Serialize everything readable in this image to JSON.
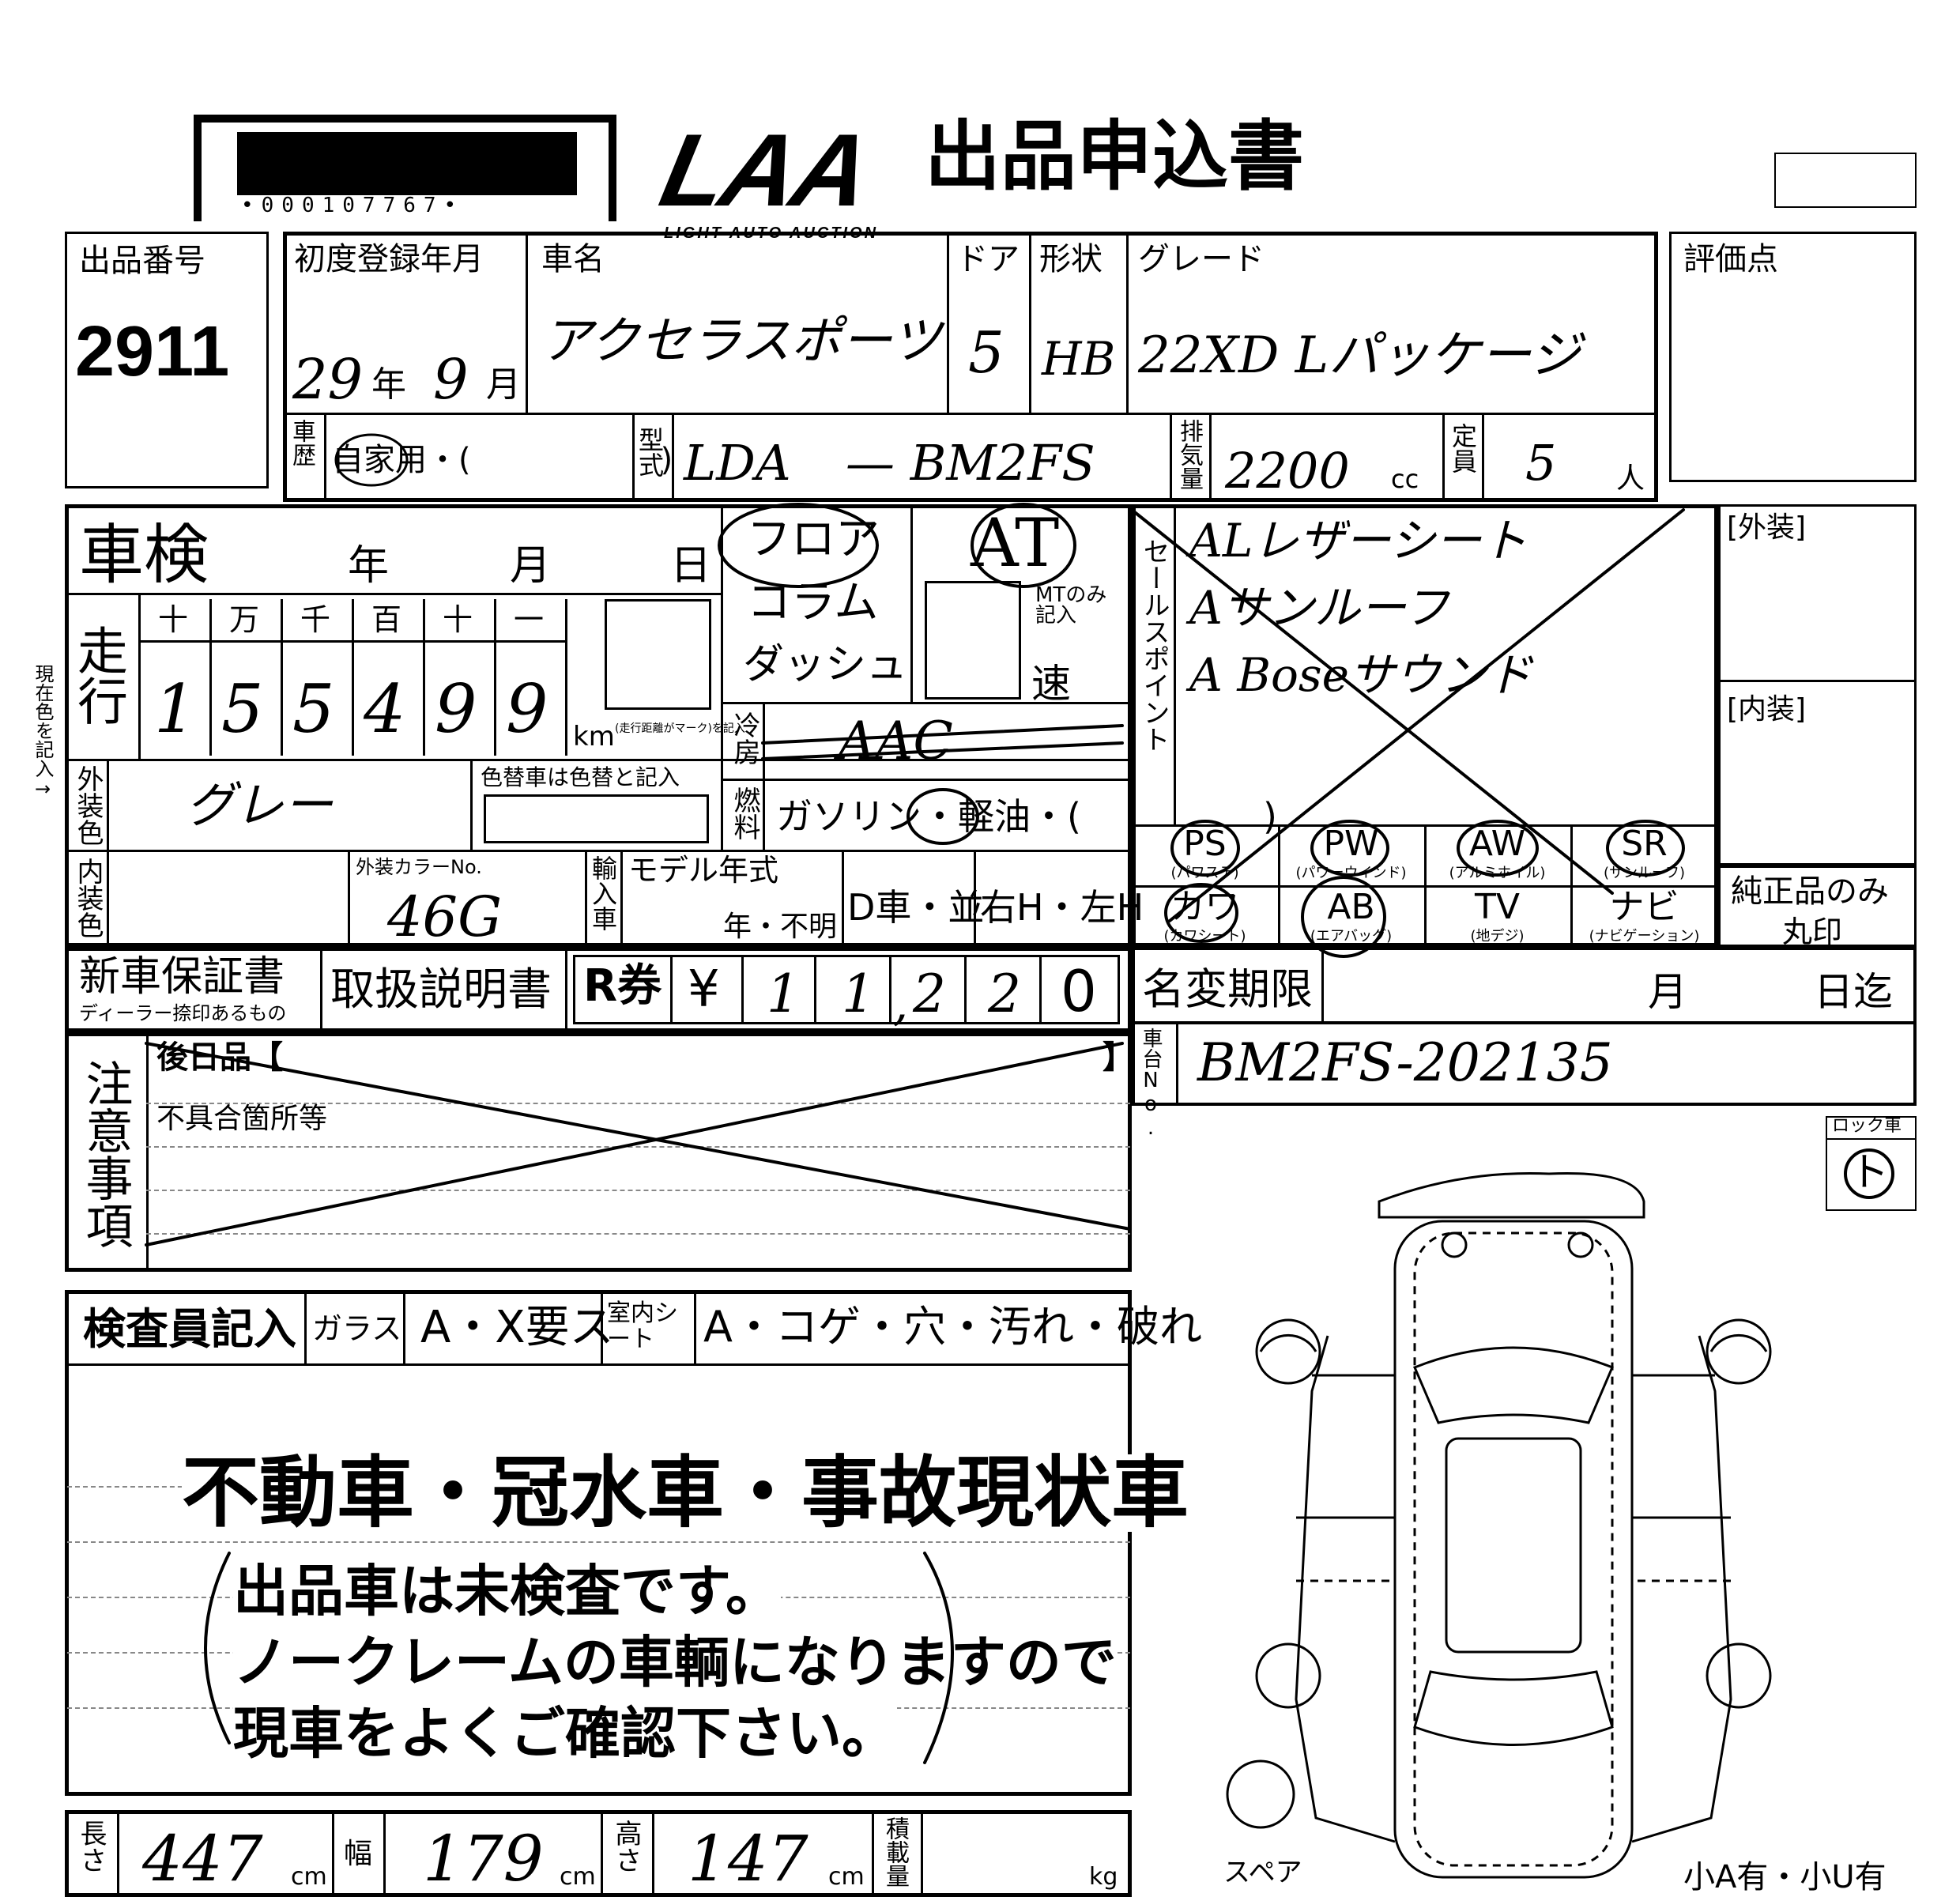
{
  "header": {
    "barcode_text": "•000107767•",
    "logo": "LAA",
    "logo_sub": "LIGHT AUTO AUCTION",
    "title": "出品申込書"
  },
  "listing": {
    "number_label": "出品番号",
    "number": "2911",
    "first_reg_label": "初度登録年月",
    "first_reg_year": "29",
    "year_unit": "年",
    "first_reg_month": "9",
    "month_unit": "月",
    "car_name_label": "車名",
    "car_name": "アクセラスポーツ",
    "door_label": "ドア",
    "doors": "5",
    "shape_label": "形状",
    "shape": "HB",
    "grade_label": "グレード",
    "grade": "22XD  Lパッケージ",
    "history_label": "車歴",
    "history_options": "自家用・(　　　　　　)",
    "model_label": "型式",
    "model_prefix": "LDA",
    "model_code": "— BM2FS",
    "displacement_label": "排気量",
    "displacement": "2200",
    "cc_unit": "cc",
    "capacity_label": "定員",
    "capacity": "5",
    "person_unit": "人",
    "score_label": "評価点"
  },
  "inspection": {
    "shaken_label": "車検",
    "year": "年",
    "month": "月",
    "day": "日",
    "mileage_label": "走行",
    "digit_labels": [
      "十",
      "万",
      "千",
      "百",
      "十",
      "一"
    ],
    "digits": [
      "1",
      "5",
      "5",
      "4",
      "9",
      "9"
    ],
    "km_label": "km",
    "km_note": "(走行距離がマーク)を記入",
    "current_color_note": "現在色を記入→",
    "ext_color_label": "外装色",
    "ext_color": "グレー",
    "color_change_note": "色替車は色替と記入",
    "int_color_label": "内装色",
    "color_no_label": "外装カラーNo.",
    "color_no": "46G",
    "import_label": "輸入車",
    "model_year_label": "モデル年式",
    "model_year_value": "年・不明",
    "dealer_label": "D車・並",
    "handle_label": "右H・左H"
  },
  "transmission": {
    "floor_label": "フロア",
    "column_label": "コラム",
    "dash_label": "ダッシュ",
    "type": "AT",
    "mt_note": "MTのみ記入",
    "speed_label": "速",
    "ac_label": "冷房",
    "ac_value": "AAC",
    "fuel_label": "燃料",
    "fuel_value": "ガソリン・軽油・(　　　　　)"
  },
  "sales_points": {
    "label": "セールスポイント",
    "items": [
      "ALレザーシート",
      "Aサンルーフ",
      "A Boseサウンド"
    ]
  },
  "equipment": {
    "row1": [
      {
        "code": "PS",
        "sub": "(パワステ)"
      },
      {
        "code": "PW",
        "sub": "(パワーウインド)"
      },
      {
        "code": "AW",
        "sub": "(アルミホイル)"
      },
      {
        "code": "SR",
        "sub": "(サンルーフ)"
      }
    ],
    "row2": [
      {
        "code": "カワ",
        "sub": "(カワシート)"
      },
      {
        "code": "AB",
        "sub": "(エアバッグ)"
      },
      {
        "code": "TV",
        "sub": "(地デジ)"
      },
      {
        "code": "ナビ",
        "sub": "(ナビゲーション)"
      }
    ],
    "genuine_note_1": "純正品のみ",
    "genuine_note_2": "丸印"
  },
  "exterior_label": "[外装]",
  "interior_label": "[内装]",
  "documents": {
    "warranty_label": "新車保証書",
    "warranty_note": "ディーラー捺印あるもの",
    "manual_label": "取扱説明書",
    "r_ticket_label": "R券",
    "yen": "¥",
    "r_digits": [
      "1",
      "1",
      "2",
      "2",
      "0"
    ],
    "r_comma": ","
  },
  "name_change": {
    "label": "名変期限",
    "month": "月",
    "until": "日迄"
  },
  "chassis": {
    "label": "車台No.",
    "value": "BM2FS-202135"
  },
  "notes": {
    "label": "注意事項",
    "later_items": "後日品【",
    "later_close": "】",
    "defects": "不具合箇所等"
  },
  "lock": {
    "label": "ロック車",
    "value": "ト"
  },
  "inspector": {
    "label": "検査員記入",
    "glass_label": "ガラス",
    "glass_options": "A・X要ス",
    "seat_label": "室内シート",
    "seat_options": "A・コゲ・穴・汚れ・破れ"
  },
  "stamp": {
    "line1": "不動車・冠水車・事故現状車",
    "line2": "出品車は未検査です。",
    "line3": "ノークレームの車輌になりますので",
    "line4": "現車をよくご確認下さい。"
  },
  "dimensions": {
    "length_label": "長さ",
    "length": "447",
    "width_label": "幅",
    "width": "179",
    "height_label": "高さ",
    "height": "147",
    "cm": "cm",
    "load_label": "積載量",
    "kg": "kg"
  },
  "diagram": {
    "spare_label": "スペア",
    "small_marks": "小A有・小U有"
  }
}
